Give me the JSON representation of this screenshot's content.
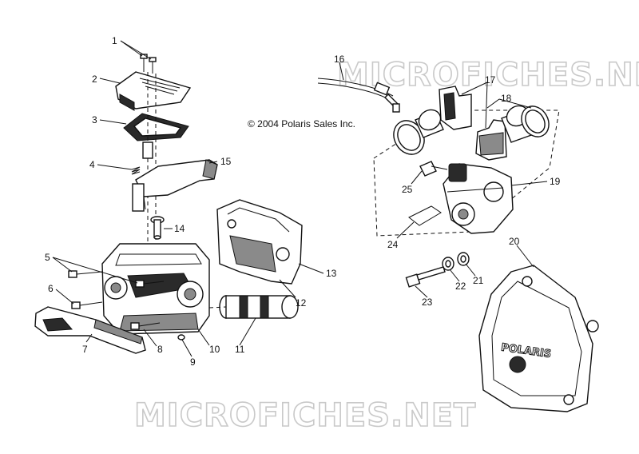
{
  "copyright": "© 2004 Polaris Sales Inc.",
  "watermark": "MICROFICHES.NET",
  "brand_logo": "POLARIS",
  "callouts": [
    "1",
    "2",
    "3",
    "4",
    "5",
    "6",
    "7",
    "8",
    "9",
    "10",
    "11",
    "12",
    "13",
    "14",
    "15",
    "16",
    "17",
    "18",
    "19",
    "20",
    "21",
    "22",
    "23",
    "24",
    "25"
  ]
}
